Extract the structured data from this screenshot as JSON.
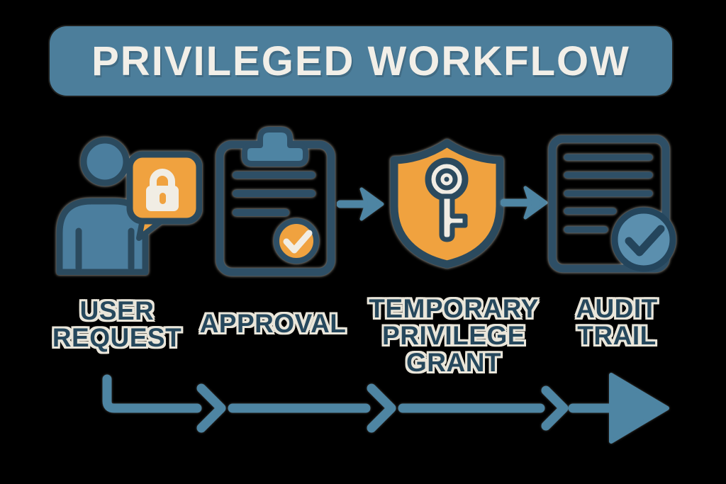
{
  "title": "PRIVILEGED WORKFLOW",
  "steps": [
    {
      "name": "user-request",
      "icon": "user-lock-bubble-icon",
      "lines": [
        "USER",
        "REQUEST"
      ]
    },
    {
      "name": "approval",
      "icon": "clipboard-check-icon",
      "lines": [
        "APPROVAL"
      ]
    },
    {
      "name": "temporary-privilege-grant",
      "icon": "shield-key-icon",
      "lines": [
        "TEMPORARY",
        "PRIVILEGE",
        "GRANT"
      ]
    },
    {
      "name": "audit-trail",
      "icon": "document-check-icon",
      "lines": [
        "AUDIT",
        "TRAIL"
      ]
    }
  ],
  "colors": {
    "background": "#000000",
    "banner": "#4C7E9B",
    "banner_text": "#F2EFE8",
    "outline_dark": "#2B4A5E",
    "person_blue": "#4B7E9E",
    "accent_orange": "#F0A23F",
    "icon_cream": "#F1EDE4",
    "clip_blue": "#4E84A3",
    "doc_ink": "#2E4F66",
    "audit_check_blue": "#5B8FAE",
    "audit_ink": "#24455C",
    "arrow_blue": "#4E85A3",
    "label_text": "#26485D",
    "label_outline": "#EAE6DA"
  }
}
